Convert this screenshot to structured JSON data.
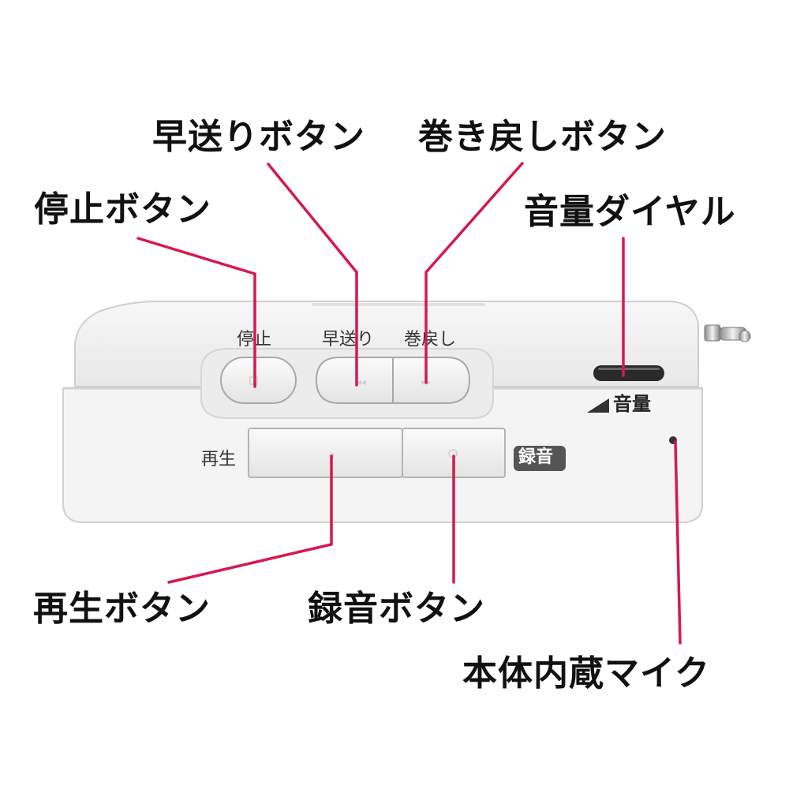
{
  "callouts": {
    "stop": "停止ボタン",
    "fast_forward": "早送りボタン",
    "rewind": "巻き戻しボタン",
    "volume_dial": "音量ダイヤル",
    "play": "再生ボタン",
    "record": "録音ボタン",
    "mic": "本体内蔵マイク"
  },
  "device": {
    "stop_label": "停止",
    "ff_label": "早送り",
    "rew_label": "巻戻し",
    "play_label": "再生",
    "record_label": "録音",
    "volume_label": "音量"
  },
  "colors": {
    "leader_line": "#d6184f",
    "device_body": "#f1f1f1",
    "device_outline": "#c9c9c9",
    "record_badge": "#555555"
  }
}
